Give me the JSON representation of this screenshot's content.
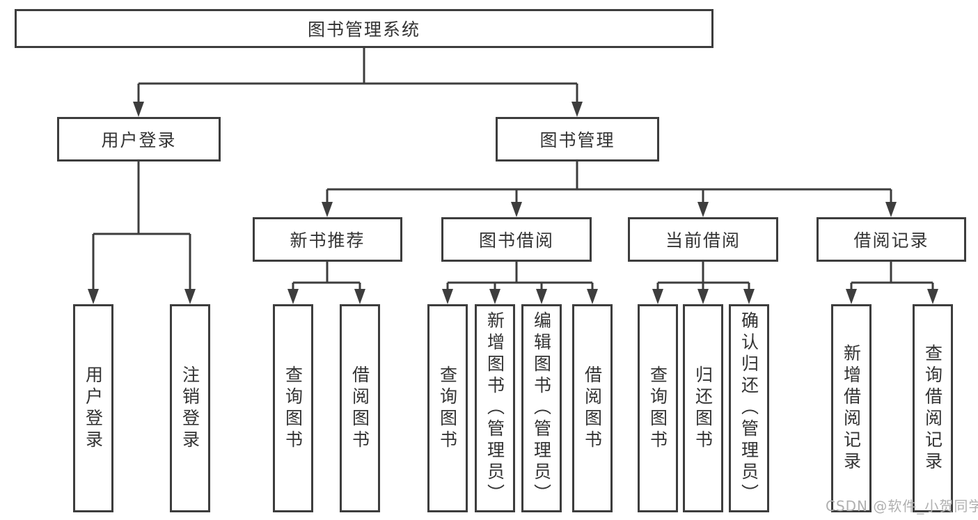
{
  "diagram": {
    "root": {
      "label": "图书管理系统"
    },
    "level2": [
      {
        "label": "用户登录"
      },
      {
        "label": "图书管理"
      }
    ],
    "level3": [
      {
        "label": "新书推荐"
      },
      {
        "label": "图书借阅"
      },
      {
        "label": "当前借阅"
      },
      {
        "label": "借阅记录"
      }
    ],
    "leaves": [
      {
        "label": "用户登录"
      },
      {
        "label": "注销登录"
      },
      {
        "label": "查询图书"
      },
      {
        "label": "借阅图书"
      },
      {
        "label": "查询图书"
      },
      {
        "label": "新增图书（管理员）"
      },
      {
        "label": "编辑图书（管理员）"
      },
      {
        "label": "借阅图书"
      },
      {
        "label": "查询图书"
      },
      {
        "label": "归还图书"
      },
      {
        "label": "确认归还（管理员）"
      },
      {
        "label": "新增借阅记录"
      },
      {
        "label": "查询借阅记录"
      }
    ],
    "colors": {
      "line": "#3d3d3d",
      "text": "#333333",
      "watermark": "#b0b0b0",
      "background": "#ffffff"
    }
  },
  "watermark": {
    "text": "CSDN @软件_小贺同学"
  }
}
